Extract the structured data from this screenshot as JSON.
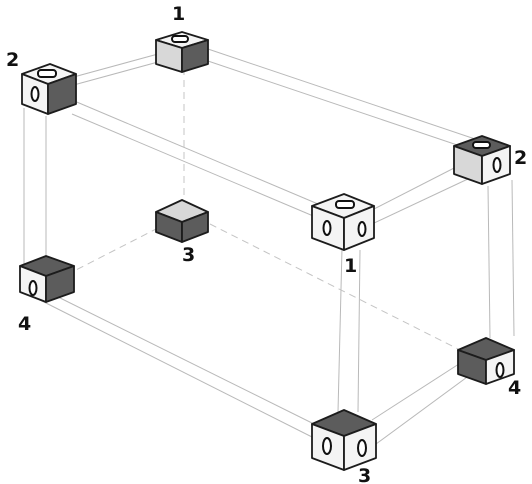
{
  "corner_labels": [
    {
      "id": "top-back-left",
      "text": "2"
    },
    {
      "id": "top-back-right",
      "text": "1"
    },
    {
      "id": "top-front-right",
      "text": "2"
    },
    {
      "id": "top-front-left",
      "text": "1"
    },
    {
      "id": "bottom-back-left",
      "text": "4"
    },
    {
      "id": "bottom-back-right",
      "text": "3"
    },
    {
      "id": "bottom-front-right",
      "text": "4"
    },
    {
      "id": "bottom-front-left",
      "text": "3"
    }
  ],
  "colors": {
    "edge": "#b9b9b9",
    "outline": "#1c1c1c",
    "dark_face": "#5c5c5c",
    "label": "#111111"
  }
}
